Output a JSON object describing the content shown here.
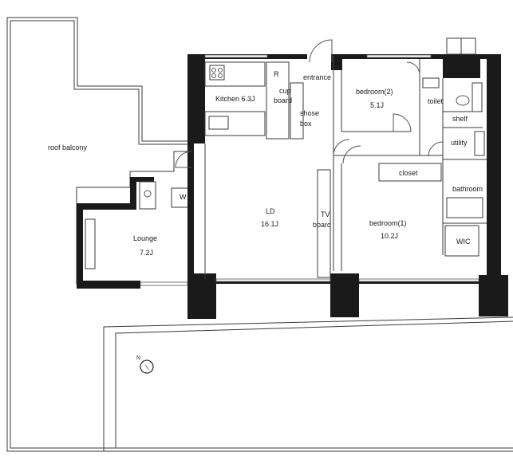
{
  "rooms": {
    "roof_balcony": "roof balcony",
    "kitchen": "Kitchen 6.3J",
    "fridge": "R",
    "cupboard_1": "cup",
    "cupboard_2": "board",
    "entrance": "entrance",
    "shoe_box_1": "shose",
    "shoe_box_2": "box",
    "bedroom2_name": "bedroom(2)",
    "bedroom2_size": "5.1J",
    "toilet": "toilet",
    "shelf": "shelf",
    "utility": "utility",
    "closet": "closet",
    "bathroom": "bathroom",
    "washer": "W",
    "ld_name": "LD",
    "ld_size": "16.1J",
    "tv_board_1": "TV",
    "tv_board_2": "board",
    "bedroom1_name": "bedroom(1)",
    "bedroom1_size": "10.2J",
    "wic": "WIC",
    "lounge_name": "Lounge",
    "lounge_size": "7.2J"
  },
  "compass": {
    "north_letter": "N"
  }
}
